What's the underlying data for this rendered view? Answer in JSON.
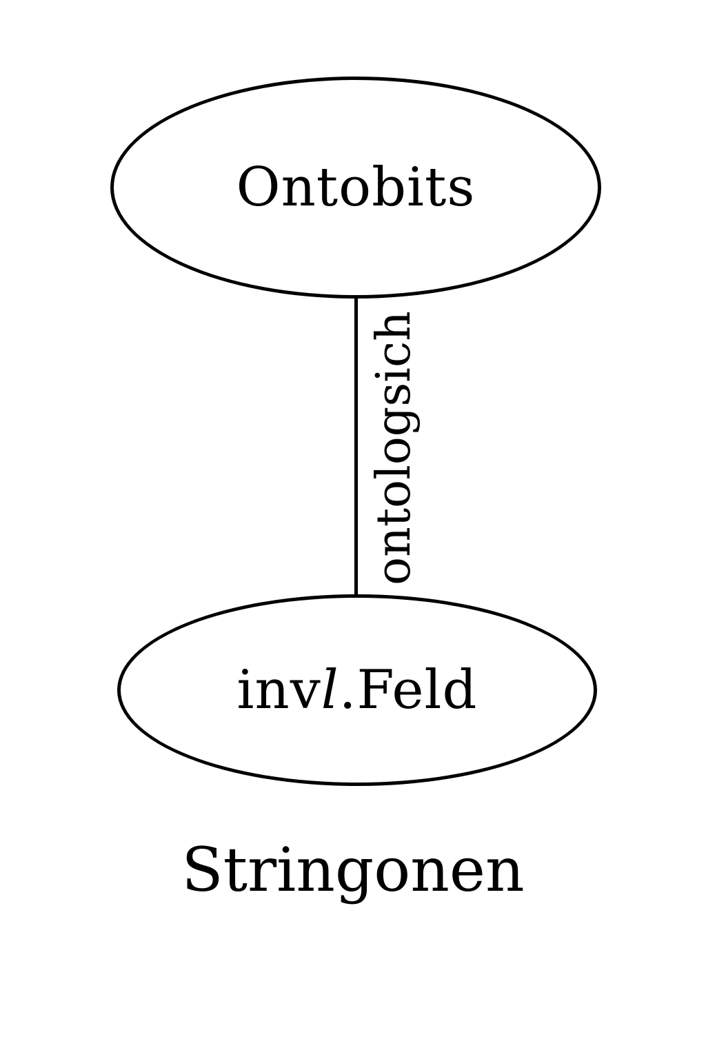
{
  "diagram": {
    "background_color": "#ffffff",
    "stroke_color": "#000000",
    "title": "Stringonen",
    "nodes": [
      {
        "id": "ontobits",
        "shape": "ellipse",
        "label": "Ontobits"
      },
      {
        "id": "invl_feld",
        "shape": "ellipse",
        "label_prefix": "inv",
        "label_italic": "l",
        "label_suffix": ".Feld"
      }
    ],
    "edges": [
      {
        "from": "ontobits",
        "to": "invl_feld",
        "label": "ontologsich",
        "label_orientation": "rotated-90-ccw"
      }
    ]
  }
}
